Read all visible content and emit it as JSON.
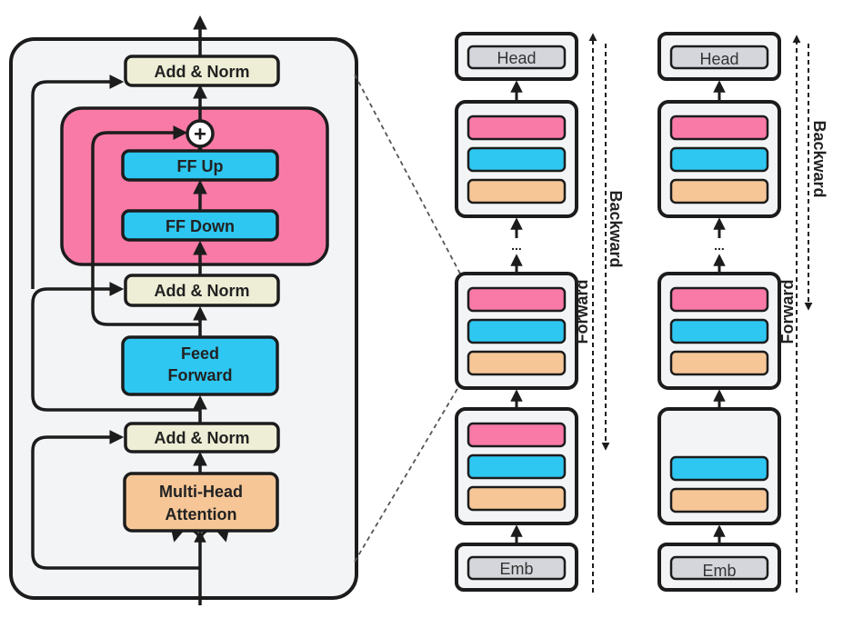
{
  "colors": {
    "outline": "#1c1c1c",
    "panel": "#f3f4f6",
    "pink": "#f97aa6",
    "blue": "#2ec7f2",
    "orange": "#f6c697",
    "cream": "#eeeed6",
    "gray": "#d4d6dc",
    "white": "#ffffff"
  },
  "encoder_block": {
    "add_norm_top": "Add & Norm",
    "plus_symbol": "+",
    "ff_up": "FF Up",
    "ff_down": "FF Down",
    "add_norm_mid": "Add & Norm",
    "feed_forward_line1": "Feed",
    "feed_forward_line2": "Forward",
    "add_norm_bottom": "Add & Norm",
    "attention_line1": "Multi-Head",
    "attention_line2": "Attention"
  },
  "stack_left": {
    "head": "Head",
    "emb": "Emb",
    "ellipsis": "...",
    "backward": "Backward",
    "forward": "Forward"
  },
  "stack_right": {
    "head": "Head",
    "emb": "Emb",
    "ellipsis": "...",
    "backward": "Backward",
    "forward": "Forward"
  }
}
